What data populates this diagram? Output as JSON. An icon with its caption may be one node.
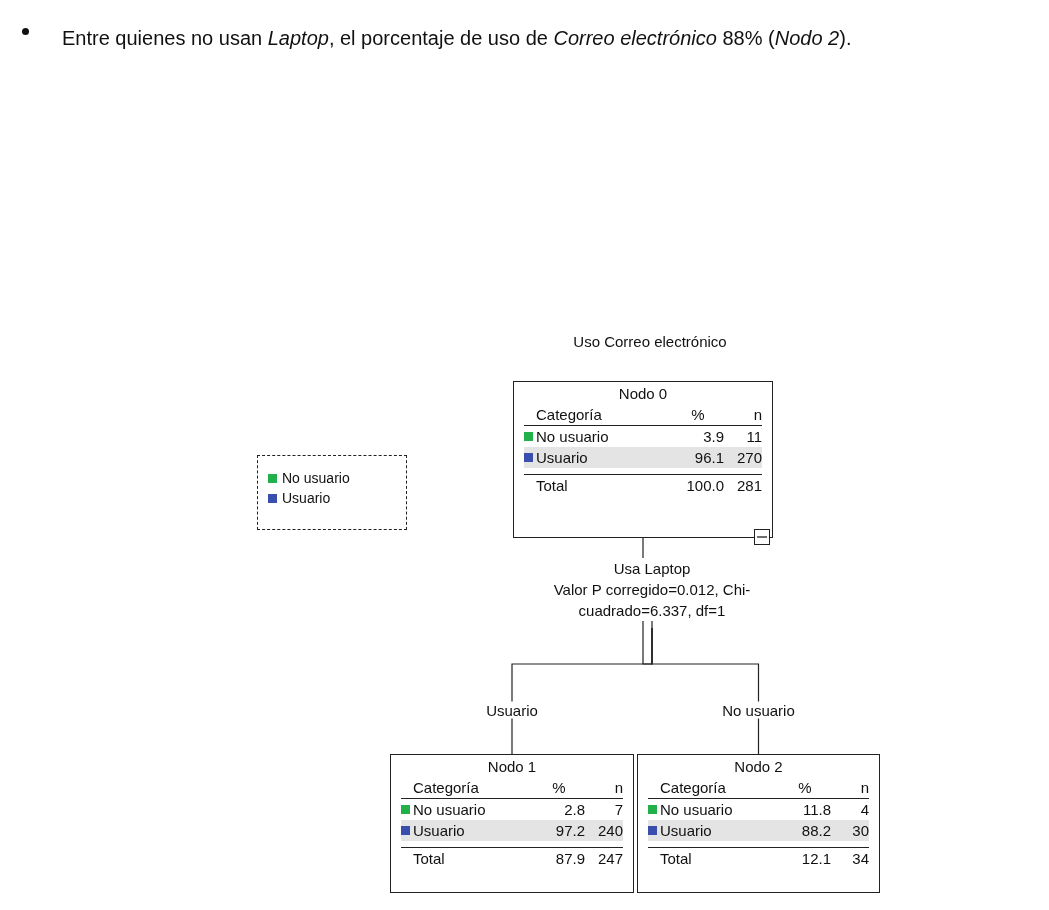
{
  "diagram": {
    "title": "Uso Correo electrónico",
    "nodes": [
      {
        "text": [
          "Nodo 0",
          "Categoría",
          "%",
          "n",
          "No usuario",
          "3.9",
          "11",
          "Usuario",
          "96.1",
          "270",
          "Total",
          "100.0",
          "281"
        ]
      },
      {
        "text": [
          "Usa Laptop",
          "Valor P corregido=0.012, Chi-cuadrado=6.337, df=1"
        ]
      },
      {
        "text": [
          "Nodo 1",
          "Categoría",
          "%",
          "n",
          "No usuario",
          "2.8",
          "7",
          "Usuario",
          "97.2",
          "240",
          "Total",
          "87.9",
          "247"
        ]
      },
      {
        "text": [
          "Nodo 2",
          "Categoría",
          "%",
          "n",
          "No usuario",
          "11.8",
          "4",
          "Usuario",
          "88.2",
          "30",
          "Total",
          "12.1",
          "34"
        ]
      }
    ],
    "edges": [
      {
        "from": 0,
        "to": 1,
        "arrow": "none"
      },
      {
        "from": 1,
        "to": 2,
        "arrow": "none",
        "label": "Usuario"
      },
      {
        "from": 1,
        "to": 3,
        "arrow": "none",
        "label": "No usuario"
      }
    ],
    "labels": [
      "Entre quienes no usan *Laptop*, el porcentaje de uso de *Correo electrónico* 88% (*Nodo 2*)."
    ],
    "legend": [
      {
        "text": "No usuario",
        "color": "#22b04a"
      },
      {
        "text": "Usuario",
        "color": "#3a4eae"
      }
    ]
  }
}
